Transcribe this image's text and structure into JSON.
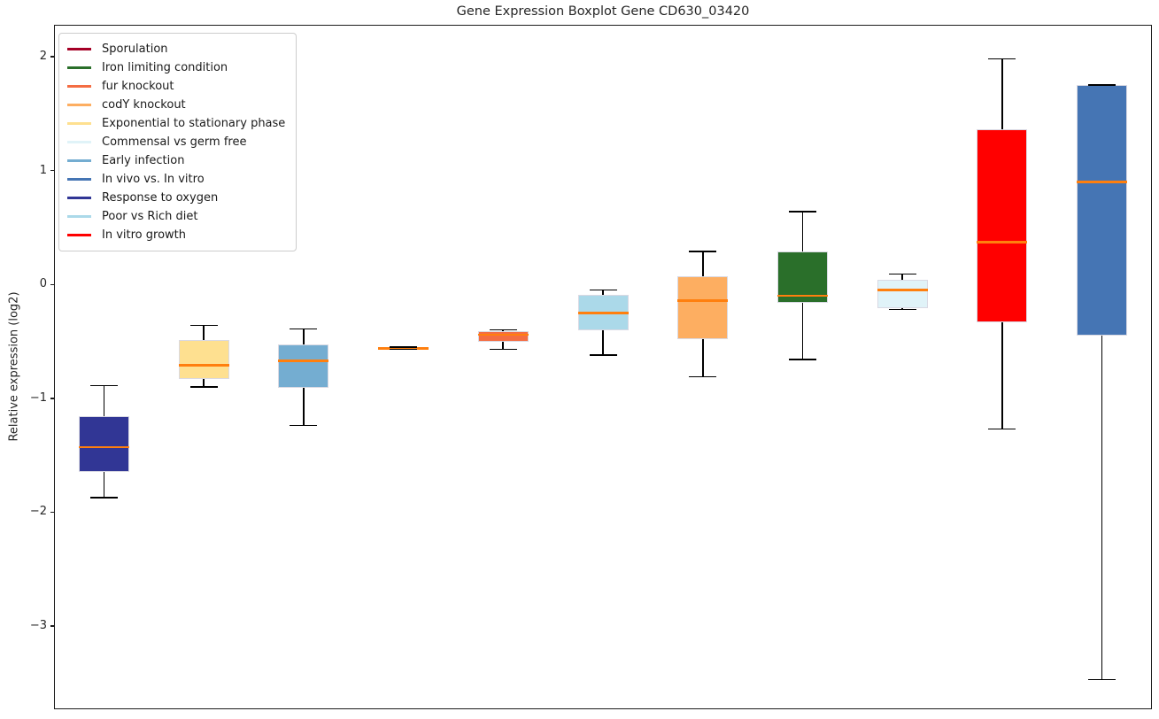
{
  "title": "Gene Expression Boxplot Gene CD630_03420",
  "ylabel": "Relative expression (log2)",
  "legend": {
    "entries": [
      {
        "label": "Sporulation",
        "color": "#a50026"
      },
      {
        "label": "Iron limiting condition",
        "color": "#2a6f2a"
      },
      {
        "label": "fur knockout",
        "color": "#f46d43"
      },
      {
        "label": "codY knockout",
        "color": "#fdae61"
      },
      {
        "label": "Exponential to stationary phase",
        "color": "#fee090"
      },
      {
        "label": "Commensal vs germ free",
        "color": "#e0f3f8"
      },
      {
        "label": "Early infection",
        "color": "#74add1"
      },
      {
        "label": "In vivo vs. In vitro",
        "color": "#4575b4"
      },
      {
        "label": "Response to oxygen",
        "color": "#313695"
      },
      {
        "label": "Poor vs Rich diet",
        "color": "#abd9e9"
      },
      {
        "label": "In vitro growth",
        "color": "#ff0000"
      }
    ]
  },
  "chart_data": {
    "type": "boxplot",
    "title": "Gene Expression Boxplot Gene CD630_03420",
    "ylabel": "Relative expression (log2)",
    "xlabel": "",
    "ylim": [
      -3.73,
      2.28
    ],
    "yticks": [
      2,
      1,
      0,
      -1,
      -2,
      -3
    ],
    "grid": false,
    "legend_position": "upper left",
    "median_color": "#ff7f0e",
    "whisker_color": "#000000",
    "series": [
      {
        "name": "Response to oxygen",
        "color": "#313695",
        "whisker_low": -1.87,
        "q1": -1.65,
        "median": -1.43,
        "q3": -1.16,
        "whisker_high": -0.89
      },
      {
        "name": "Exponential to stationary phase",
        "color": "#fee090",
        "whisker_low": -0.9,
        "q1": -0.83,
        "median": -0.71,
        "q3": -0.49,
        "whisker_high": -0.36
      },
      {
        "name": "Early infection",
        "color": "#74add1",
        "whisker_low": -1.24,
        "q1": -0.91,
        "median": -0.67,
        "q3": -0.53,
        "whisker_high": -0.39
      },
      {
        "name": "Sporulation",
        "color": "#a50026",
        "whisker_low": -0.57,
        "q1": -0.565,
        "median": -0.56,
        "q3": -0.555,
        "whisker_high": -0.55
      },
      {
        "name": "fur knockout",
        "color": "#f46d43",
        "whisker_low": -0.57,
        "q1": -0.5,
        "median": -0.44,
        "q3": -0.41,
        "whisker_high": -0.4
      },
      {
        "name": "Poor vs Rich diet",
        "color": "#abd9e9",
        "whisker_low": -0.62,
        "q1": -0.4,
        "median": -0.25,
        "q3": -0.09,
        "whisker_high": -0.05
      },
      {
        "name": "codY knockout",
        "color": "#fdae61",
        "whisker_low": -0.81,
        "q1": -0.48,
        "median": -0.14,
        "q3": 0.07,
        "whisker_high": 0.29
      },
      {
        "name": "Iron limiting condition",
        "color": "#2a6f2a",
        "whisker_low": -0.66,
        "q1": -0.16,
        "median": -0.1,
        "q3": 0.29,
        "whisker_high": 0.64
      },
      {
        "name": "Commensal vs germ free",
        "color": "#e0f3f8",
        "whisker_low": -0.22,
        "q1": -0.21,
        "median": -0.05,
        "q3": 0.04,
        "whisker_high": 0.09
      },
      {
        "name": "In vitro growth",
        "color": "#ff0000",
        "whisker_low": -1.27,
        "q1": -0.33,
        "median": 0.37,
        "q3": 1.36,
        "whisker_high": 1.98
      },
      {
        "name": "In vivo vs. In vitro",
        "color": "#4575b4",
        "whisker_low": -3.47,
        "q1": -0.45,
        "median": 0.9,
        "q3": 1.75,
        "whisker_high": 1.75
      }
    ]
  }
}
